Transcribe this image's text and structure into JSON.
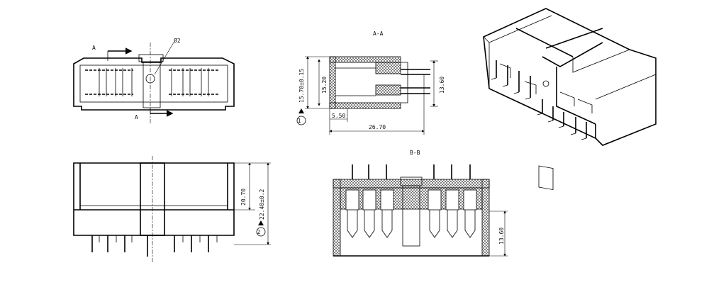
{
  "drawing": {
    "section_aa_label": "A-A",
    "section_bb_label": "B-B",
    "section_marker_top": "A",
    "section_marker_bottom": "A",
    "diameter_note": "Ø2",
    "dims": {
      "overall_height": "15.70±0.15",
      "inner_height": "15.20",
      "pin_span": "13.60",
      "offset": "5.50",
      "overall_length": "26.70",
      "body_height": "20.70",
      "total_height": "22.40±0.2",
      "bb_height": "13.60"
    },
    "balloons": [
      "1",
      "2"
    ]
  }
}
